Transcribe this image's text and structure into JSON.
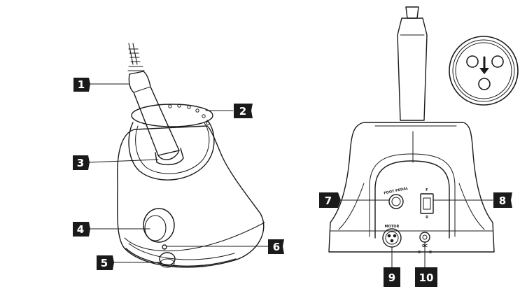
{
  "callouts": {
    "c1": "1",
    "c2": "2",
    "c3": "3",
    "c4": "4",
    "c5": "5",
    "c6": "6",
    "c7": "7",
    "c8": "8",
    "c9": "9",
    "c10": "10"
  },
  "panel_labels": {
    "foot_pedal": "FOOT PEDAL",
    "switch_forward": "F",
    "switch_reverse": "R",
    "motor": "MOTOR",
    "dc": "DC"
  },
  "colors": {
    "line": "#1a1a1a",
    "callout_bg": "#1a1a1a",
    "callout_text": "#ffffff",
    "background": "#ffffff"
  }
}
